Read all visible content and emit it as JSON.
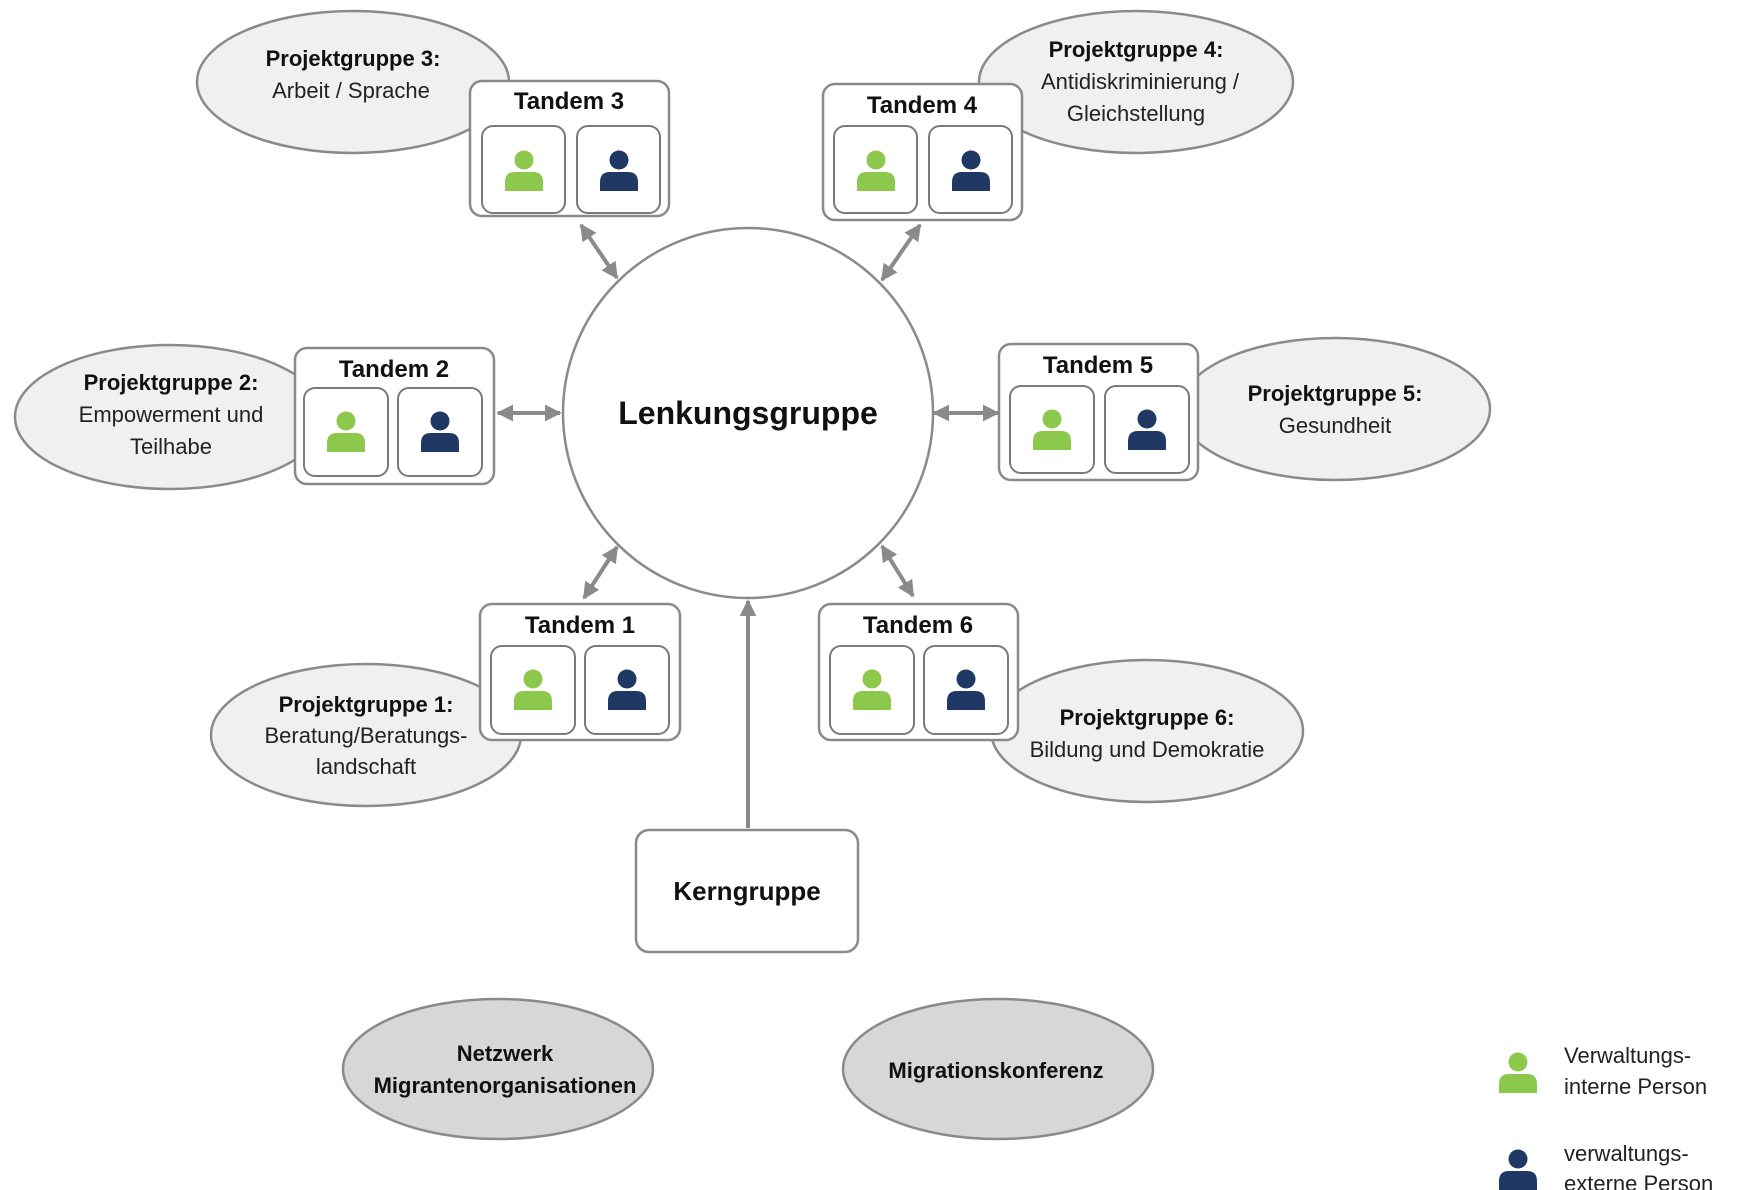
{
  "center": {
    "label": "Lenkungsgruppe"
  },
  "kern": {
    "label": "Kerngruppe"
  },
  "tandems": [
    {
      "label": "Tandem 1",
      "pg_title": "Projektgruppe 1:",
      "pg_lines": [
        "Beratung/Beratungs-",
        "landschaft"
      ]
    },
    {
      "label": "Tandem 2",
      "pg_title": "Projektgruppe 2:",
      "pg_lines": [
        "Empowerment und",
        "Teilhabe"
      ]
    },
    {
      "label": "Tandem 3",
      "pg_title": "Projektgruppe 3:",
      "pg_lines": [
        "Arbeit / Sprache"
      ]
    },
    {
      "label": "Tandem 4",
      "pg_title": "Projektgruppe 4:",
      "pg_lines": [
        "Antidiskriminierung /",
        "Gleichstellung"
      ]
    },
    {
      "label": "Tandem 5",
      "pg_title": "Projektgruppe 5:",
      "pg_lines": [
        "Gesundheit"
      ]
    },
    {
      "label": "Tandem 6",
      "pg_title": "Projektgruppe 6:",
      "pg_lines": [
        "Bildung und Demokratie"
      ]
    }
  ],
  "others": {
    "netzwerk": [
      "Netzwerk",
      "Migrantenorganisationen"
    ],
    "migration": "Migrationskonferenz"
  },
  "legend": {
    "internal": [
      "Verwaltungs-",
      "interne Person"
    ],
    "external": [
      "verwaltungs-",
      "externe Person"
    ]
  },
  "colors": {
    "internal_person": "#8cc84b",
    "external_person": "#1f3864",
    "border": "#8a8a8a",
    "ellipse_light": "#f0f0f0",
    "ellipse_dark": "#d7d7d7"
  },
  "icons": {
    "person": "person-icon"
  }
}
